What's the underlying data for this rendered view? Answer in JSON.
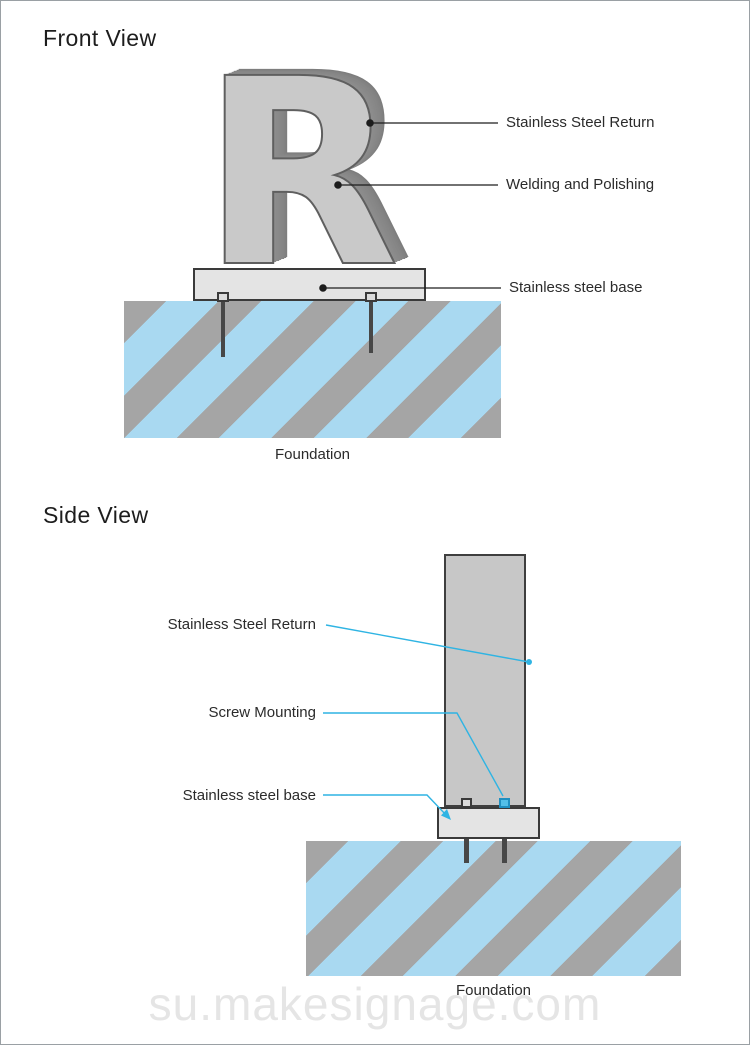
{
  "watermark": {
    "text": "su.makesignage.com"
  },
  "front_view": {
    "title": "Front View",
    "letter": "R",
    "callouts": [
      {
        "text": "Stainless Steel Return"
      },
      {
        "text": "Welding and Polishing"
      },
      {
        "text": "Stainless steel base"
      }
    ],
    "foundation_label": "Foundation"
  },
  "side_view": {
    "title": "Side View",
    "callouts": [
      {
        "text": "Stainless Steel Return"
      },
      {
        "text": "Screw Mounting"
      },
      {
        "text": "Stainless steel base"
      }
    ],
    "foundation_label": "Foundation"
  },
  "colors": {
    "foundation_fill": "#a9d9f1",
    "foundation_stripe": "#a5a5a5",
    "letter_face": "#c9c9c9",
    "letter_return": "#868686",
    "base_plate": "#e4e4e4",
    "front_callout_line": "#1d1d1d",
    "side_callout_line": "#2fb4e3"
  }
}
